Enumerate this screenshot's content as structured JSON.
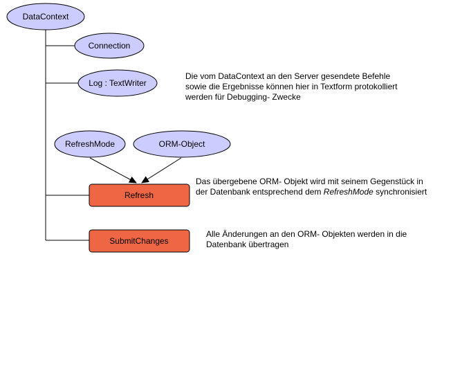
{
  "colors": {
    "ellipse_fill": "#ccccff",
    "box_fill": "#ee6644",
    "line": "#000000"
  },
  "nodes": {
    "datacontext": "DataContext",
    "connection": "Connection",
    "log": "Log : TextWriter",
    "refreshmode": "RefreshMode",
    "orm_object": "ORM-Object",
    "refresh": "Refresh",
    "submitchanges": "SubmitChanges"
  },
  "descriptions": {
    "log": [
      "Die vom DataContext an den Server gesendete Befehle",
      "sowie die Ergebnisse können hier in Textform protokolliert",
      "werden für Debugging- Zwecke"
    ],
    "refresh": {
      "line1": "Das übergebene ORM- Objekt wird mit seinem Gegenstück in",
      "line2_before": "der Datenbank entsprechend dem ",
      "line2_italic": "RefreshMode",
      "line2_after": " synchronisiert"
    },
    "submit": [
      "Alle Änderungen an den ORM- Objekten werden in die",
      "Datenbank übertragen"
    ]
  }
}
